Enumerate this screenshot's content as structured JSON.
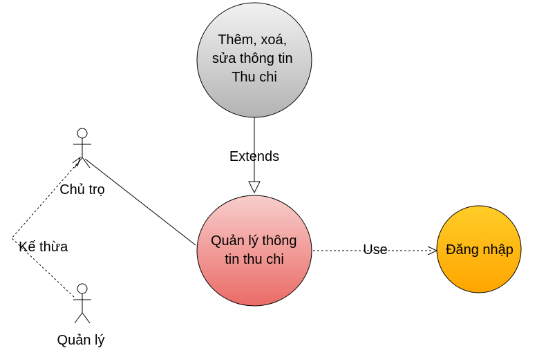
{
  "actors": {
    "chu_tro": "Chủ trọ",
    "quan_ly": "Quản lý"
  },
  "use_cases": {
    "them_xoa_sua": [
      "Thêm, xoá,",
      "sửa thông tin",
      "Thu chi"
    ],
    "quan_ly_thong_tin": [
      "Quản lý thông",
      "tin thu chi"
    ],
    "dang_nhap": [
      "Đăng nhập"
    ]
  },
  "relations": {
    "extends": "Extends",
    "use": "Use",
    "inherit": "Kế thừa"
  },
  "colors": {
    "gray_top": "#f2f2f2",
    "gray_bottom": "#b3b3b3",
    "red_top": "#f8cecc",
    "red_bottom": "#ea6b66",
    "orange_top": "#ffcd28",
    "orange_bottom": "#ffa500",
    "stroke": "#000000"
  }
}
